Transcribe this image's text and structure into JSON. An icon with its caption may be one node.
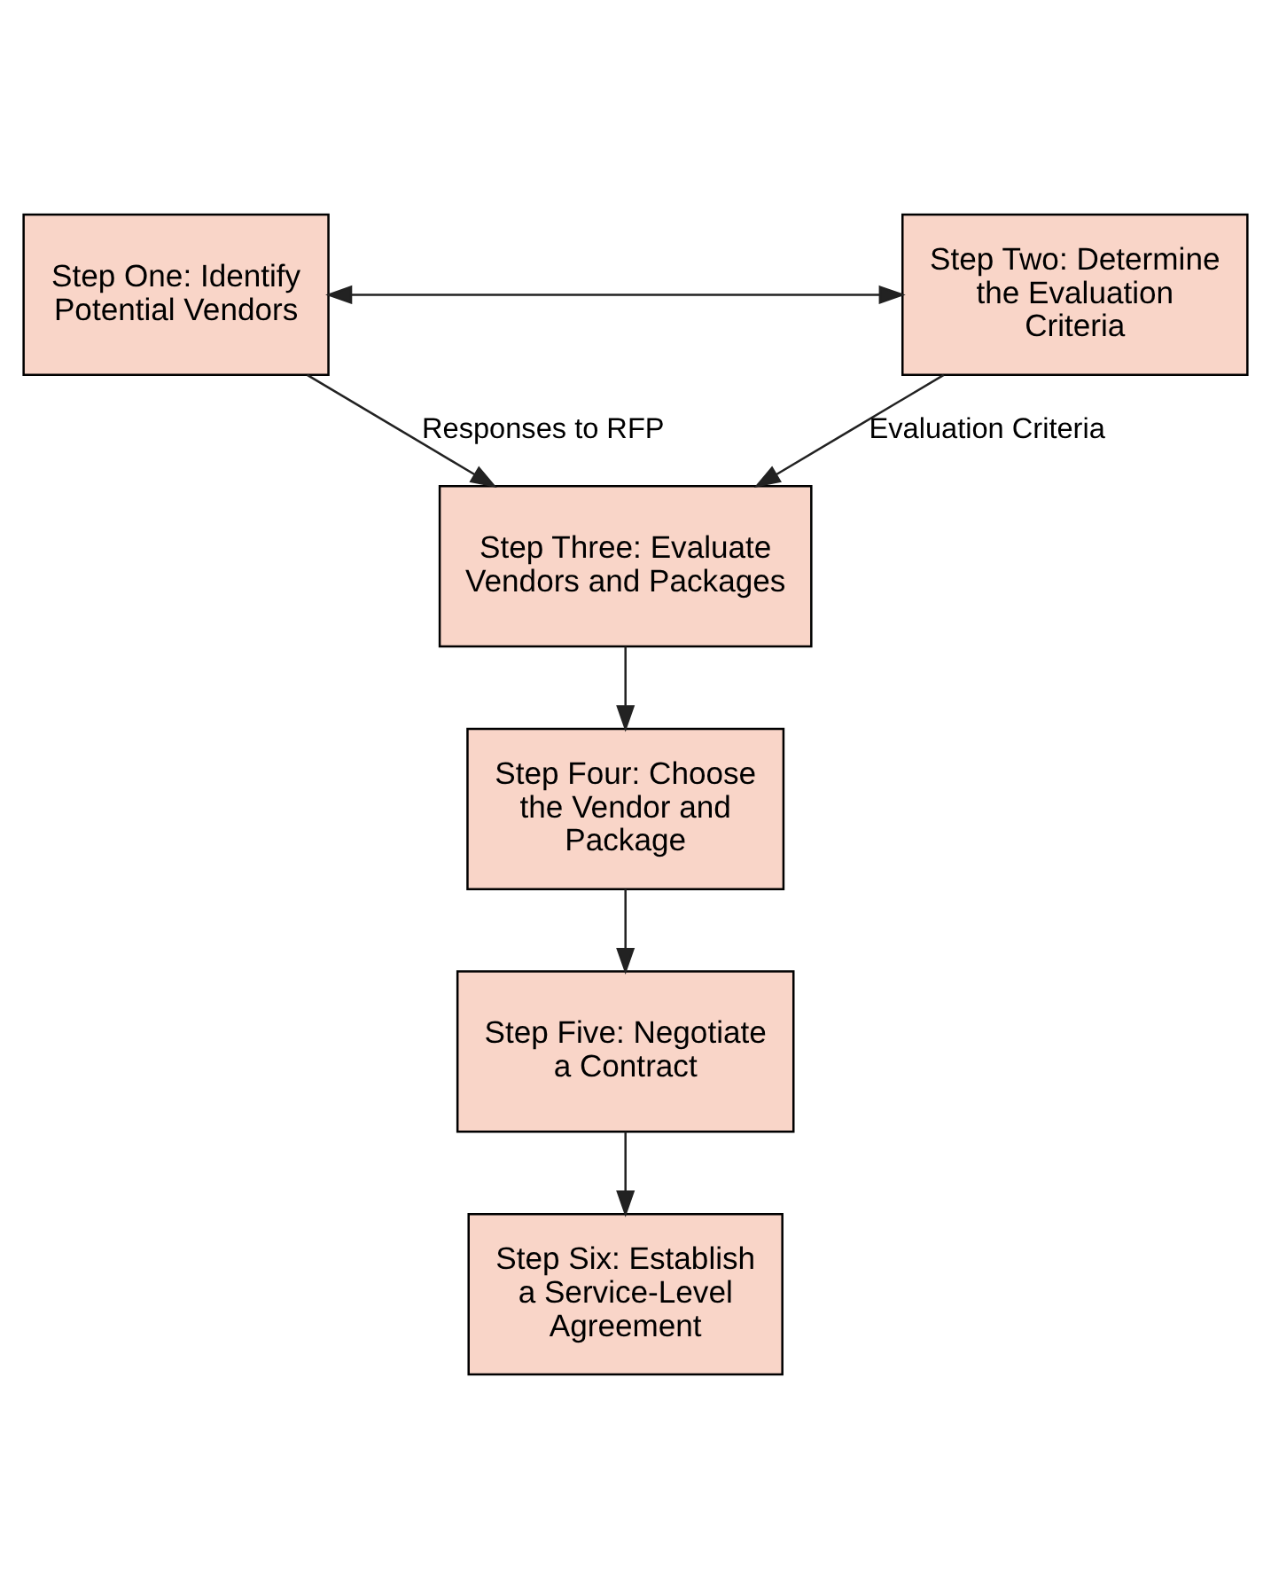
{
  "diagram": {
    "nodes": [
      {
        "text": [
          "Step One: Identify Potential Vendors"
        ]
      },
      {
        "text": [
          "Step Two: Determine the Evaluation Criteria"
        ]
      },
      {
        "text": [
          "Step Three: Evaluate Vendors and Packages"
        ]
      },
      {
        "text": [
          "Step Four: Choose the Vendor and Package"
        ]
      },
      {
        "text": [
          "Step Five: Negotiate a Contract"
        ]
      },
      {
        "text": [
          "Step Six: Establish a Service-Level Agreement"
        ]
      }
    ],
    "edges": [
      {
        "from": 0,
        "to": 1,
        "arrow": "both"
      },
      {
        "from": 0,
        "to": 2,
        "arrow": "to",
        "label": "Responses to RFP"
      },
      {
        "from": 1,
        "to": 2,
        "arrow": "to",
        "label": "Evaluation Criteria"
      },
      {
        "from": 2,
        "to": 3,
        "arrow": "to"
      },
      {
        "from": 3,
        "to": 4,
        "arrow": "to"
      },
      {
        "from": 4,
        "to": 5,
        "arrow": "to"
      }
    ]
  }
}
